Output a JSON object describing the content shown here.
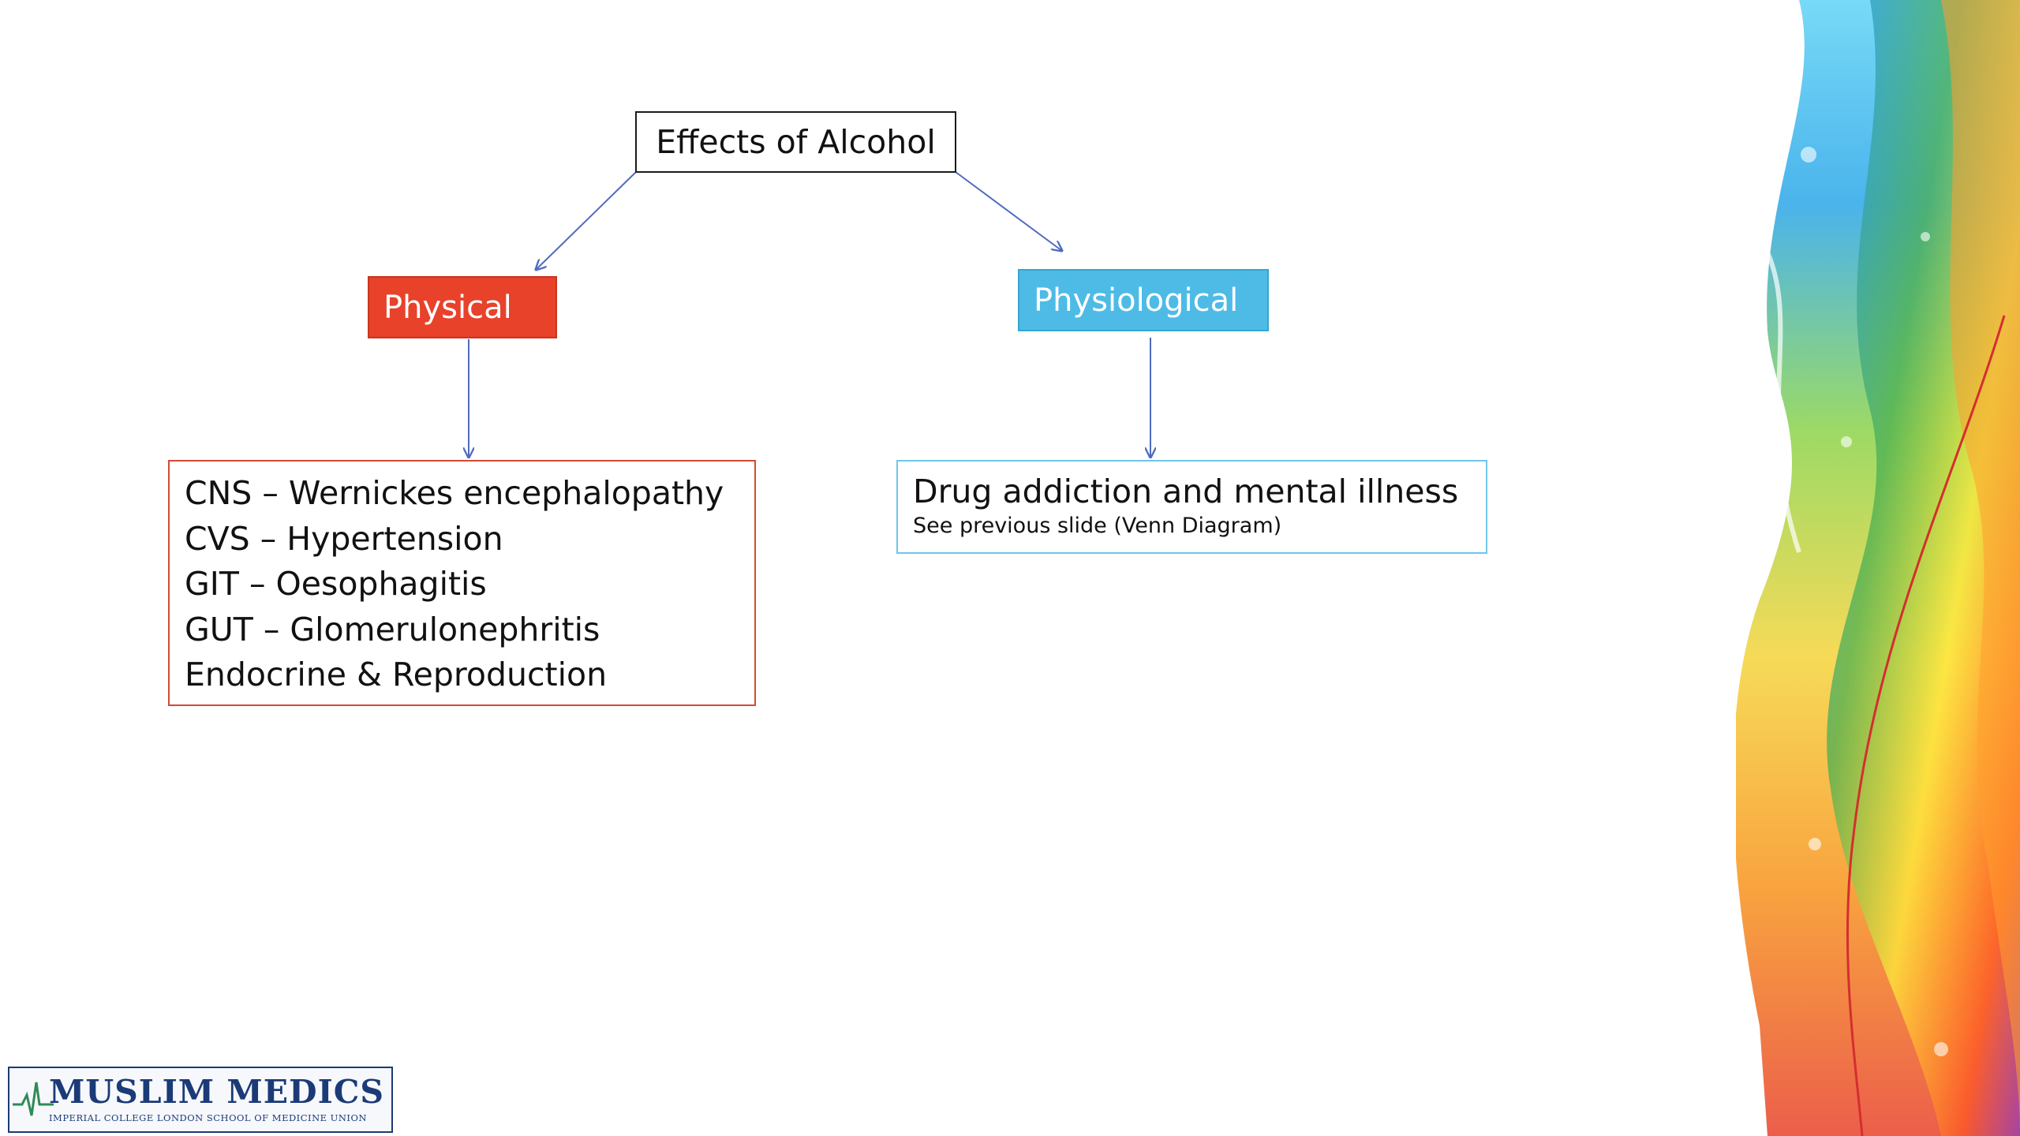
{
  "diagram": {
    "title": "Effects of Alcohol",
    "branches": [
      {
        "label": "Physical",
        "color": "#e8422b",
        "items": [
          "CNS – Wernickes encephalopathy",
          "CVS – Hypertension",
          "GIT – Oesophagitis",
          "GUT – Glomerulonephritis",
          "Endocrine & Reproduction"
        ]
      },
      {
        "label": "Physiological",
        "color": "#4dbbe6",
        "detail": "Drug addiction and mental illness",
        "note": "See previous slide (Venn Diagram)"
      }
    ],
    "arrow_color": "#4f6bbf"
  },
  "logo": {
    "name": "MUSLIM MEDICS",
    "subtitle": "IMPERIAL COLLEGE LONDON SCHOOL OF MEDICINE UNION",
    "color": "#1b3a78"
  },
  "decoration": {
    "name": "rainbow-swirl",
    "colors": [
      "#5fd3f5",
      "#2196f3",
      "#8bd34a",
      "#f5d33a",
      "#f7941d",
      "#e8422b",
      "#8e3bbf"
    ]
  }
}
